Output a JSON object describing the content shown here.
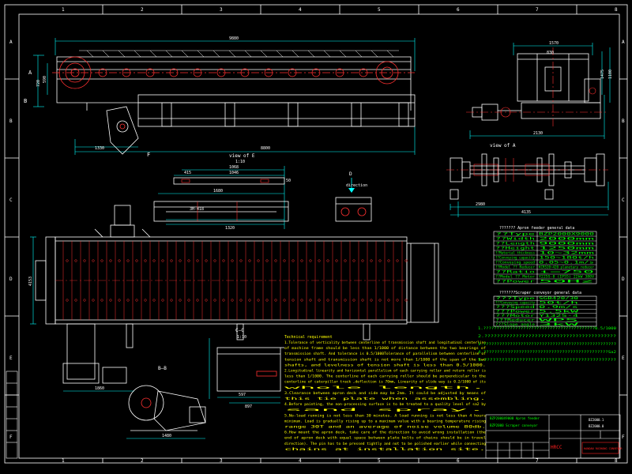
{
  "colors": {
    "background": "#000000",
    "frame": "#ffffff",
    "outline": "#ffffff",
    "dimension": "#00ffff",
    "centerline": "#ff3030",
    "accent_red": "#ff3030",
    "note_text": "#ffff00",
    "table_text": "#00ff00",
    "title_green": "#00ff00",
    "title_red": "#ff2020",
    "magenta": "#ff00ff"
  },
  "border": {
    "top_numbers": [
      "1",
      "2",
      "3",
      "4",
      "5",
      "6",
      "7",
      "8"
    ],
    "bottom_numbers": [
      "1",
      "2",
      "3",
      "4",
      "5",
      "6",
      "7",
      "8"
    ],
    "left_letters": [
      "A",
      "B",
      "C",
      "D",
      "E",
      "F"
    ],
    "right_letters": [
      "A",
      "B",
      "C",
      "D",
      "E",
      "F"
    ]
  },
  "top_view": {
    "dims": {
      "overall_top": "9880",
      "bottom_total": "8800",
      "left_offset": "1330",
      "height_1": "720",
      "height_2": "590"
    },
    "labels": {
      "A": "A",
      "F": "F",
      "B": "B"
    }
  },
  "end_view": {
    "dims": {
      "top": "1570",
      "mid": "830",
      "right_a": "1475",
      "right_b": "1100",
      "bottom": "2130"
    },
    "caption": "view of A"
  },
  "shaft_view": {
    "dims": {
      "left": "2980",
      "bottom": "4135"
    }
  },
  "view_e": {
    "caption": "view of E",
    "scale": "1:10",
    "dims": {
      "top_a": "1068",
      "top_b": "1046",
      "top_c": "415",
      "top_d": "1680",
      "mid": "1320",
      "side": "50",
      "left": "3H-418"
    }
  },
  "view_d": {
    "caption": "D",
    "direction": "direction"
  },
  "plan_view": {
    "dims": {
      "left_height": "4153",
      "bottom_left": "1860"
    }
  },
  "section_c": {
    "caption": "C—C",
    "scale": "1:10",
    "dims": {
      "a": "597",
      "b": "897"
    }
  },
  "section_b": {
    "caption": "B—B",
    "dims": {
      "a": "1480"
    }
  },
  "technical_requirement": {
    "title": "Technical requirement",
    "lines": [
      "1.Tolerance of verticality between centerline of transmission shaft and longitudinal centerline",
      "of machine frame should be less than 1/1000 of distance between the two bearings of",
      "transmission shaft. And tolerance is 0.5/1000Tolerance of parallelism between centerline of",
      "tension shaft and transmission shaft is not more than 1/1000 of the span of the two",
      "shafts, and levelness of tension shaft is less than 0.5/1000.",
      "2.Longitudinal linearity and horizontal parallelism of each carrying roller and return roller is",
      "less than 1/1000. The centerline of each carrying roller should be perpendicular to the",
      "centerline of caterpillar track ,deflection is  70mm, Linearity of slide way is 0.2/1000 of its",
      "whole length.",
      "3.Clearance between apron deck and side may be 2mm. It could be adjusted by means of",
      "this tie plate when assembling.",
      "4.Before painting, the non-processing surface is to be treated to a quality level of sa2 by",
      "sand spray.",
      "5.No-load running is not less than 30 minutes. A load running is not less than 4 hours",
      "minimum. Load is gradually rising up to a maximum value with a bearing temperature rising",
      "range 30T and  an average of noise volume 80db.",
      "6.How mount the apron deck, take care of the direction to avoid wrong installation (the",
      "end of apron deck with equal space between plate bolts of chains should be in travel",
      "direction). The pin has to be pressed tightly and not to be polished earlier while connecting",
      "chains at installation site."
    ]
  },
  "apron_table": {
    "title": "???????  Apron feeder general data",
    "rows": [
      {
        "k": "??Type",
        "v": "BZP2000X9000"
      },
      {
        "k": "??Width",
        "v": "2000mm"
      },
      {
        "k": "??Length",
        "v": "9000mm"
      },
      {
        "k": "??Height",
        "v": "1250mm"
      },
      {
        "k": "??Material thickness",
        "v": "10~32mm"
      },
      {
        "k": "??Conveying capacity",
        "v": "150~180t/h"
      },
      {
        "k": "??Conveying speed",
        "v": "0.05~0.1m/s"
      },
      {
        "k": "??Model  ?? Reducer",
        "v": "KCR520~420 planetary reducer"
      },
      {
        "k": "??Ratio",
        "v": "i=750"
      },
      {
        "k": "??Model  ?? Motor",
        "v": "Y225S-8 (IP55) 22kW 380V"
      },
      {
        "k": "??Power",
        "v": "50Hz"
      }
    ]
  },
  "scraper_table": {
    "title": "???????Scraper conveyor general data",
    "rows": [
      {
        "k": "???Type",
        "v": "SGB420/30"
      },
      {
        "k": "???Conveying capacity",
        "v": "50t/h"
      },
      {
        "k": "???Speed",
        "v": "0.9m/s"
      },
      {
        "k": "???Power",
        "v": "5.5kW"
      },
      {
        "k": "???Motor",
        "v": "Y132S-4"
      },
      {
        "k": "???Reducer",
        "v": "WPS"
      },
      {
        "k": "???Slope angle",
        "v": "3kW"
      }
    ]
  },
  "notes_right": [
    "1.??????????????????????????????????????????0.5/1000",
    "2.??????????????????????????????????????????",
    "3.??????????????????????????????????????????????????",
    "4.??????????????????????????????????????????????Sa2",
    "5.?????????????????????????????????????????????"
  ],
  "title_block": {
    "company": "HRCC",
    "drawing_title": "BZP2000X9000 Apron feeder",
    "drawing_subtitle": "BZP2000 Scraper conveyor",
    "code_a": "BZ2000.1",
    "code_b": "BZ2000.0",
    "brand": "HANDAN RUIHONG CONVEYOR"
  }
}
